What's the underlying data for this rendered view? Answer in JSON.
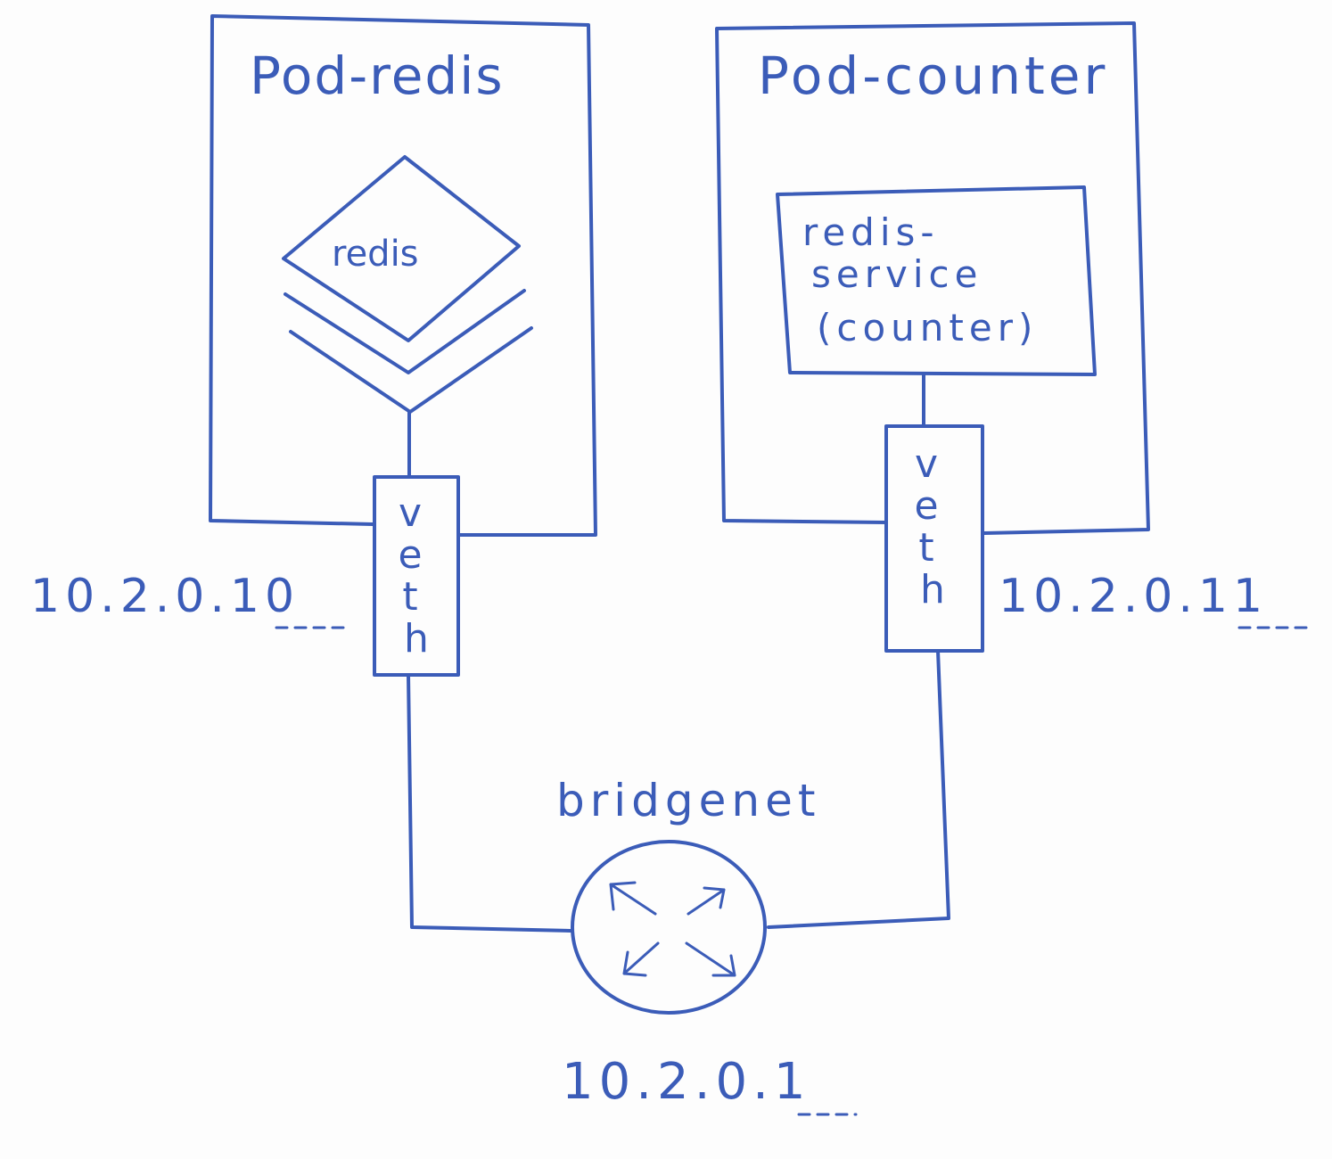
{
  "colors": {
    "ink": "#3b5cb8",
    "paper": "#fdfdfd"
  },
  "pods": {
    "redis": {
      "title": "Pod-redis",
      "container_label": "redis",
      "interface_label": "veth",
      "ip": "10.2.0.10"
    },
    "counter": {
      "title": "Pod-counter",
      "container_label_lines": [
        "redis-",
        "service",
        "(counter)"
      ],
      "interface_label": "veth",
      "ip": "10.2.0.11"
    }
  },
  "bridge": {
    "label": "bridgenet",
    "ip": "10.2.0.1",
    "icon": "router-icon"
  }
}
